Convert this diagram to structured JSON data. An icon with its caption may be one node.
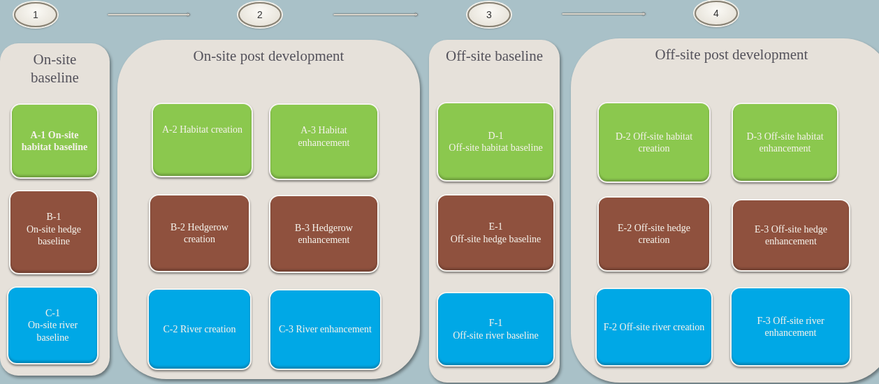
{
  "diagram": {
    "nodes": [
      {
        "text": [
          "1"
        ]
      },
      {
        "text": [
          "2"
        ]
      },
      {
        "text": [
          "3"
        ]
      },
      {
        "text": [
          "4"
        ]
      },
      {
        "text": [
          "On-site baseline"
        ]
      },
      {
        "text": [
          "A-1 On-site habitat baseline"
        ],
        "in": 4
      },
      {
        "text": [
          "B-1",
          "On-site hedge baseline"
        ],
        "in": 4
      },
      {
        "text": [
          "C-1",
          "On-site river baseline"
        ],
        "in": 4
      },
      {
        "text": [
          "On-site post development"
        ]
      },
      {
        "text": [
          "A-2 Habitat creation"
        ],
        "in": 8
      },
      {
        "text": [
          "A-3 Habitat enhancement"
        ],
        "in": 8
      },
      {
        "text": [
          "B-2 Hedgerow creation"
        ],
        "in": 8
      },
      {
        "text": [
          "B-3 Hedgerow enhancement"
        ],
        "in": 8
      },
      {
        "text": [
          "C-2 River creation"
        ],
        "in": 8
      },
      {
        "text": [
          "C-3 River enhancement"
        ],
        "in": 8
      },
      {
        "text": [
          "Off-site baseline"
        ]
      },
      {
        "text": [
          "D-1",
          "Off-site habitat baseline"
        ],
        "in": 15
      },
      {
        "text": [
          "E-1",
          "Off-site hedge baseline"
        ],
        "in": 15
      },
      {
        "text": [
          "F-1",
          "Off-site river baseline"
        ],
        "in": 15
      },
      {
        "text": [
          "Off-site post development"
        ]
      },
      {
        "text": [
          "D-2 Off-site habitat creation"
        ],
        "in": 19
      },
      {
        "text": [
          "D-3 Off-site habitat enhancement"
        ],
        "in": 19
      },
      {
        "text": [
          "E-2 Off-site hedge creation"
        ],
        "in": 19
      },
      {
        "text": [
          "E-3 Off-site hedge enhancement"
        ],
        "in": 19
      },
      {
        "text": [
          "F-2 Off-site river creation"
        ],
        "in": 19
      },
      {
        "text": [
          "F-3 Off-site river enhancement"
        ],
        "in": 19
      }
    ],
    "edges": [
      {
        "from": 0,
        "to": 1,
        "arrow": "to"
      },
      {
        "from": 1,
        "to": 2,
        "arrow": "to"
      },
      {
        "from": 2,
        "to": 3,
        "arrow": "to"
      }
    ]
  }
}
